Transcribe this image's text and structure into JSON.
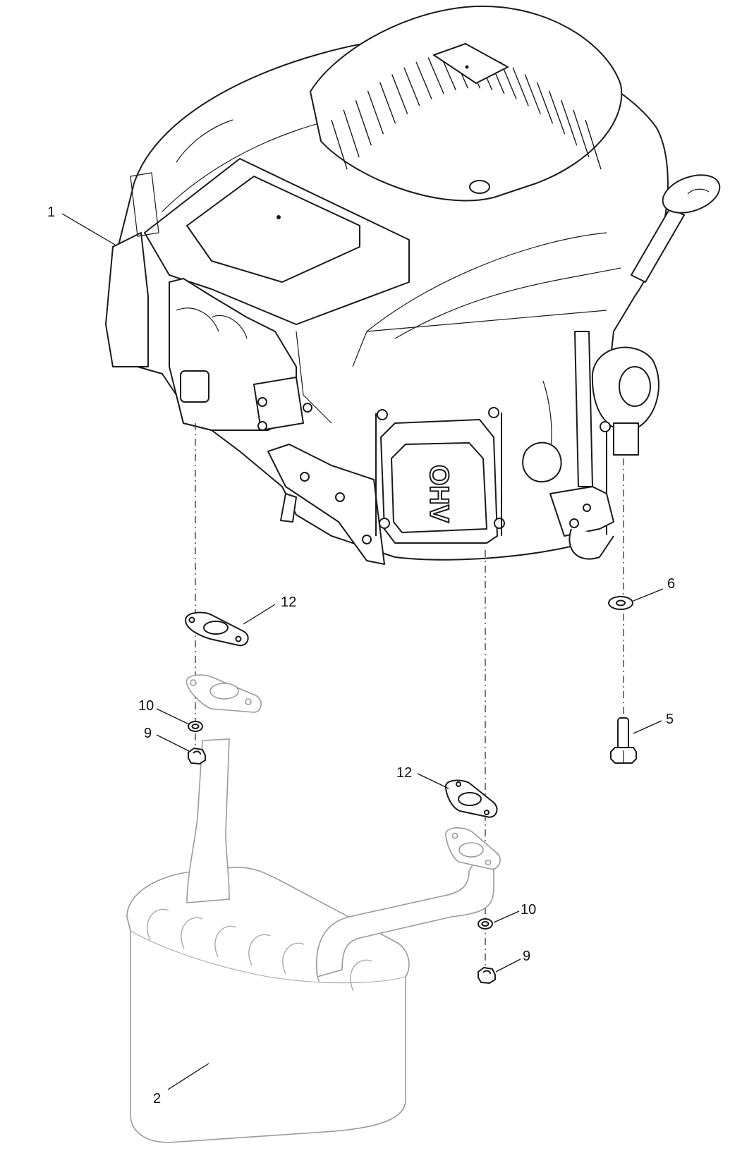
{
  "callouts": {
    "engine": "1",
    "muffler": "2",
    "bolt": "5",
    "washer": "6",
    "nut_left": "9",
    "nut_right": "9",
    "lockwasher_left": "10",
    "lockwasher_right": "10",
    "gasket_left": "12",
    "gasket_right": "12"
  },
  "engine_marking": "OHV"
}
